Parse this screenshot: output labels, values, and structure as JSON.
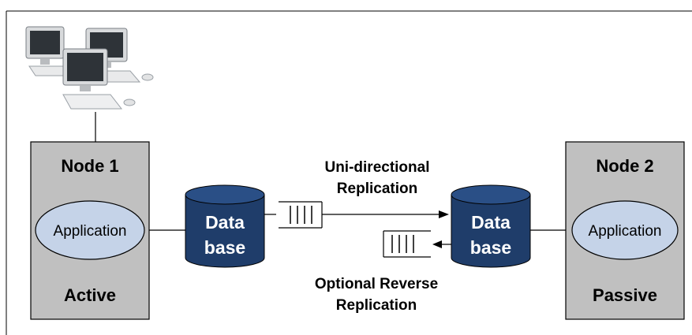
{
  "node1": {
    "title": "Node 1",
    "app": "Application",
    "state": "Active"
  },
  "node2": {
    "title": "Node 2",
    "app": "Application",
    "state": "Passive"
  },
  "db1": {
    "line1": "Data",
    "line2": "base"
  },
  "db2": {
    "line1": "Data",
    "line2": "base"
  },
  "forward": {
    "line1": "Uni-directional",
    "line2": "Replication"
  },
  "reverse": {
    "line1": "Optional Reverse",
    "line2": "Replication"
  },
  "colors": {
    "node_fill": "#c0c0c0",
    "app_fill": "#c5d3e8",
    "db_fill": "#1f3d6a",
    "db_top": "#2a4f86",
    "line": "#000000"
  },
  "icons": {
    "computers": "computer-cluster-icon"
  }
}
